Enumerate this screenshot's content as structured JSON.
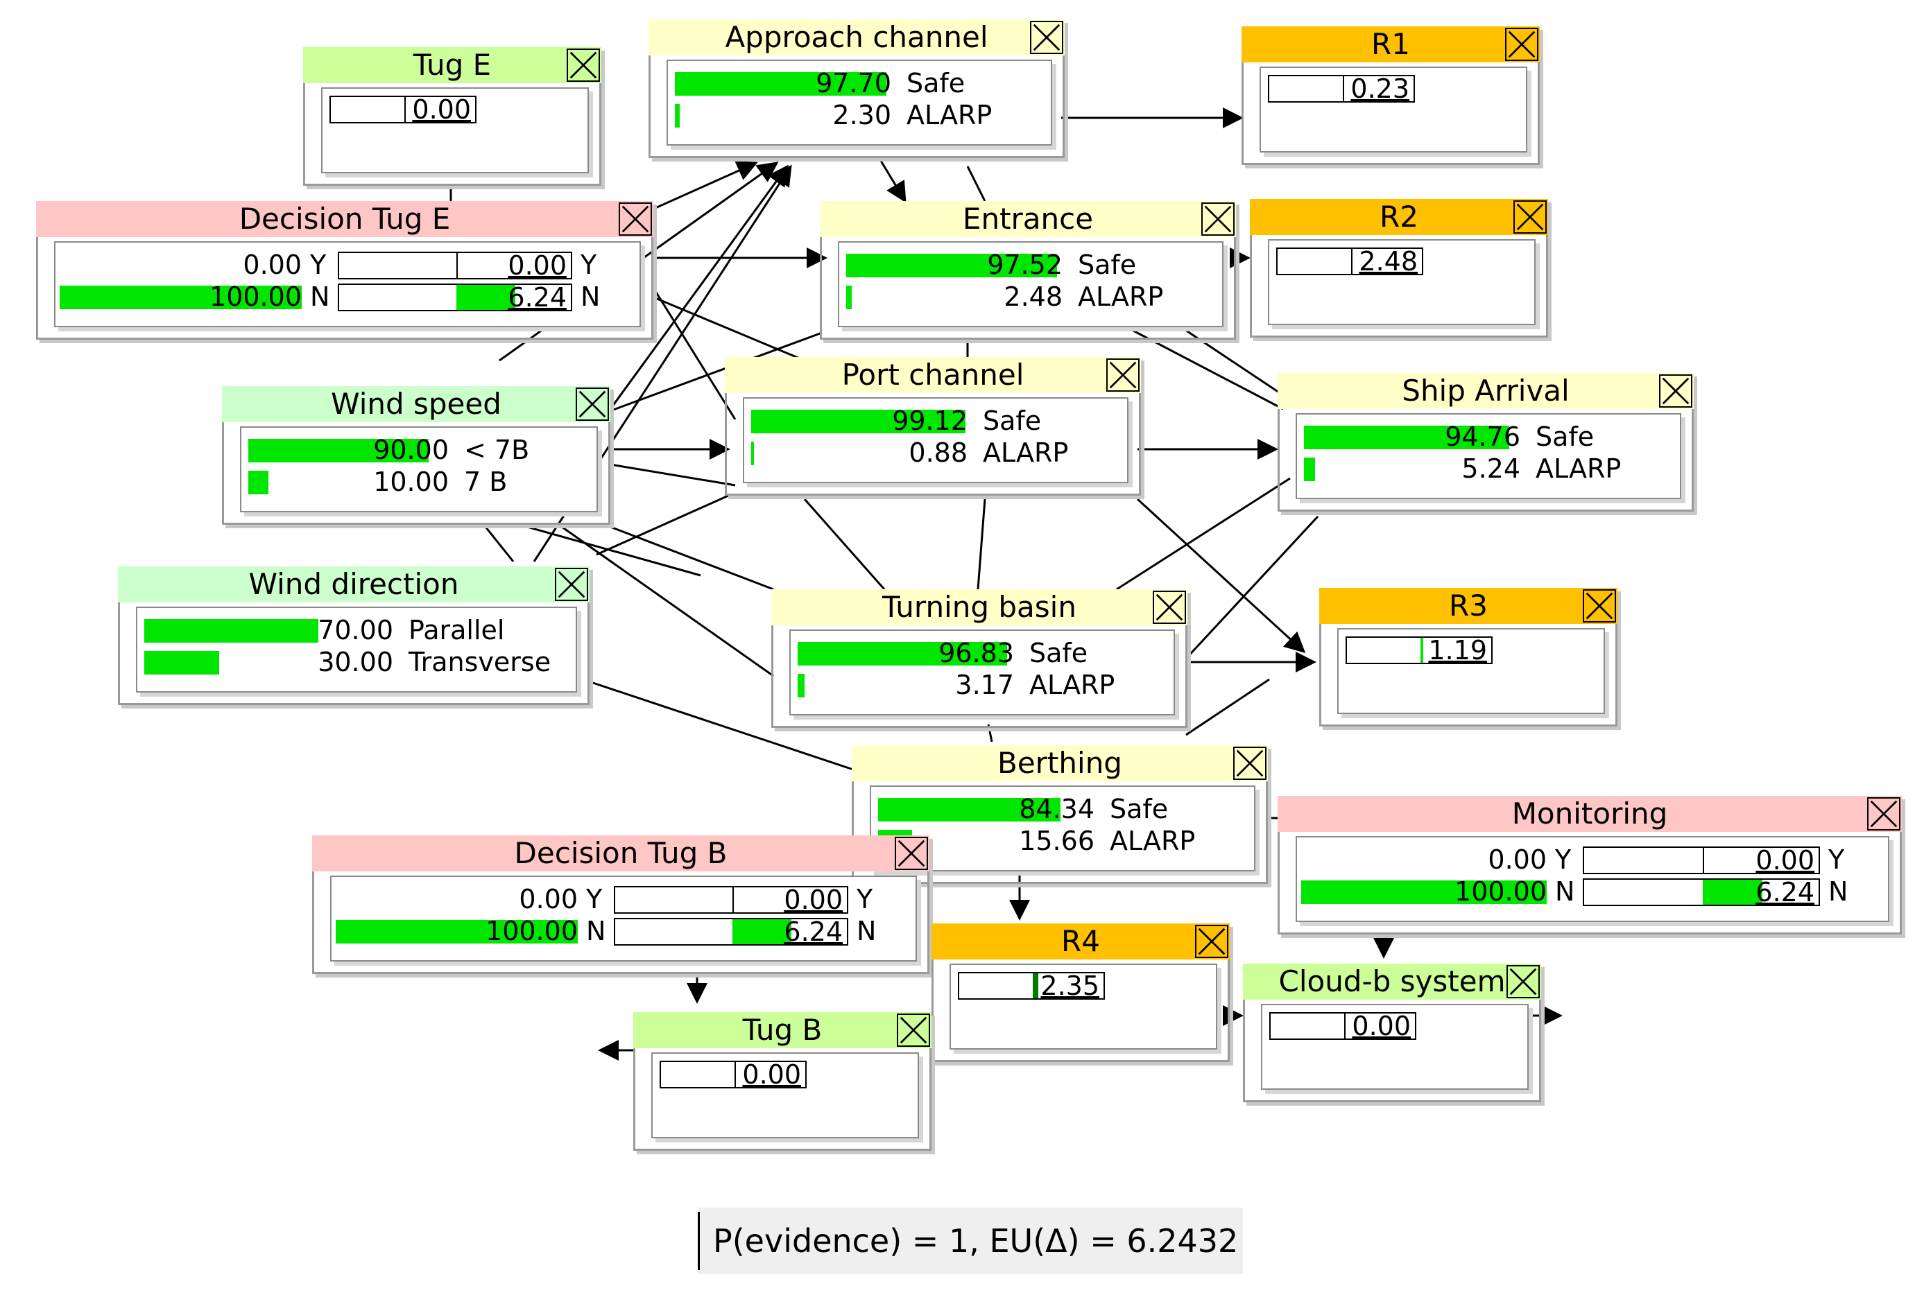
{
  "colors": {
    "chance_header": "#ffffc8",
    "decision_header": "#ffc6c6",
    "tug_header": "#ccff99",
    "wind_header": "#ccffcc",
    "utility_header": "#ffc000",
    "bar": "#00e600"
  },
  "nodes": [
    {
      "id": "tug_e",
      "title": "Tug E",
      "kind": "utility",
      "header_color": "#ccff99",
      "value": "0.00",
      "fill": 0
    },
    {
      "id": "approach_channel",
      "title": "Approach channel",
      "kind": "chance",
      "header_color": "#ffffc8",
      "states": [
        {
          "label": "Safe",
          "value": "97.70",
          "pct": 97.7
        },
        {
          "label": "ALARP",
          "value": "2.30",
          "pct": 2.3
        }
      ]
    },
    {
      "id": "r1",
      "title": "R1",
      "kind": "utility",
      "header_color": "#ffc000",
      "value": "0.23",
      "fill": 0
    },
    {
      "id": "decision_tug_e",
      "title": "Decision Tug E",
      "kind": "decision",
      "header_color": "#ffc6c6",
      "states": [
        {
          "label": "Y",
          "value": "0.00",
          "pct": 0,
          "util": "0.00",
          "ufill": 0
        },
        {
          "label": "N",
          "value": "100.00",
          "pct": 100,
          "util": "6.24",
          "ufill": 0.5
        }
      ]
    },
    {
      "id": "entrance",
      "title": "Entrance",
      "kind": "chance",
      "header_color": "#ffffc8",
      "states": [
        {
          "label": "Safe",
          "value": "97.52",
          "pct": 97.52
        },
        {
          "label": "ALARP",
          "value": "2.48",
          "pct": 2.48
        }
      ]
    },
    {
      "id": "r2",
      "title": "R2",
      "kind": "utility",
      "header_color": "#ffc000",
      "value": "2.48",
      "fill": 0
    },
    {
      "id": "wind_speed",
      "title": "Wind speed",
      "kind": "chance",
      "header_color": "#ccffcc",
      "states": [
        {
          "label": "< 7B",
          "value": "90.00",
          "pct": 90
        },
        {
          "label": "7 B",
          "value": "10.00",
          "pct": 10
        }
      ]
    },
    {
      "id": "port_channel",
      "title": "Port channel",
      "kind": "chance",
      "header_color": "#ffffc8",
      "states": [
        {
          "label": "Safe",
          "value": "99.12",
          "pct": 99.12
        },
        {
          "label": "ALARP",
          "value": "0.88",
          "pct": 0.88
        }
      ]
    },
    {
      "id": "ship_arrival",
      "title": "Ship Arrival",
      "kind": "chance",
      "header_color": "#ffffc8",
      "states": [
        {
          "label": "Safe",
          "value": "94.76",
          "pct": 94.76
        },
        {
          "label": "ALARP",
          "value": "5.24",
          "pct": 5.24
        }
      ]
    },
    {
      "id": "wind_direction",
      "title": "Wind direction",
      "kind": "chance",
      "header_color": "#ccffcc",
      "states": [
        {
          "label": "Parallel",
          "value": "70.00",
          "pct": 70
        },
        {
          "label": "Transverse",
          "value": "30.00",
          "pct": 30
        }
      ]
    },
    {
      "id": "turning_basin",
      "title": "Turning basin",
      "kind": "chance",
      "header_color": "#ffffc8",
      "states": [
        {
          "label": "Safe",
          "value": "96.83",
          "pct": 96.83
        },
        {
          "label": "ALARP",
          "value": "3.17",
          "pct": 3.17
        }
      ]
    },
    {
      "id": "r3",
      "title": "R3",
      "kind": "utility",
      "header_color": "#ffc000",
      "value": "1.19",
      "fill": 0.01
    },
    {
      "id": "berthing",
      "title": "Berthing",
      "kind": "chance",
      "header_color": "#ffffc8",
      "states": [
        {
          "label": "Safe",
          "value": "84.34",
          "pct": 84.34
        },
        {
          "label": "ALARP",
          "value": "15.66",
          "pct": 15.66
        }
      ]
    },
    {
      "id": "monitoring",
      "title": "Monitoring",
      "kind": "decision",
      "header_color": "#ffc6c6",
      "states": [
        {
          "label": "Y",
          "value": "0.00",
          "pct": 0,
          "util": "0.00",
          "ufill": 0
        },
        {
          "label": "N",
          "value": "100.00",
          "pct": 100,
          "util": "6.24",
          "ufill": 0.5
        }
      ]
    },
    {
      "id": "decision_tug_b",
      "title": "Decision Tug B",
      "kind": "decision",
      "header_color": "#ffc6c6",
      "states": [
        {
          "label": "Y",
          "value": "0.00",
          "pct": 0,
          "util": "0.00",
          "ufill": 0
        },
        {
          "label": "N",
          "value": "100.00",
          "pct": 100,
          "util": "6.24",
          "ufill": 0.5
        }
      ]
    },
    {
      "id": "r4",
      "title": "R4",
      "kind": "utility",
      "header_color": "#ffc000",
      "value": "2.35",
      "fill": 0.08,
      "dark": true
    },
    {
      "id": "cloud_b_system",
      "title": "Cloud-b system",
      "kind": "utility",
      "header_color": "#ccff99",
      "value": "0.00",
      "fill": 0
    },
    {
      "id": "tug_b",
      "title": "Tug B",
      "kind": "utility",
      "header_color": "#ccff99",
      "value": "0.00",
      "fill": 0
    }
  ],
  "status": {
    "text": "P(evidence) = 1, EU(Δ) = 6.2432"
  }
}
